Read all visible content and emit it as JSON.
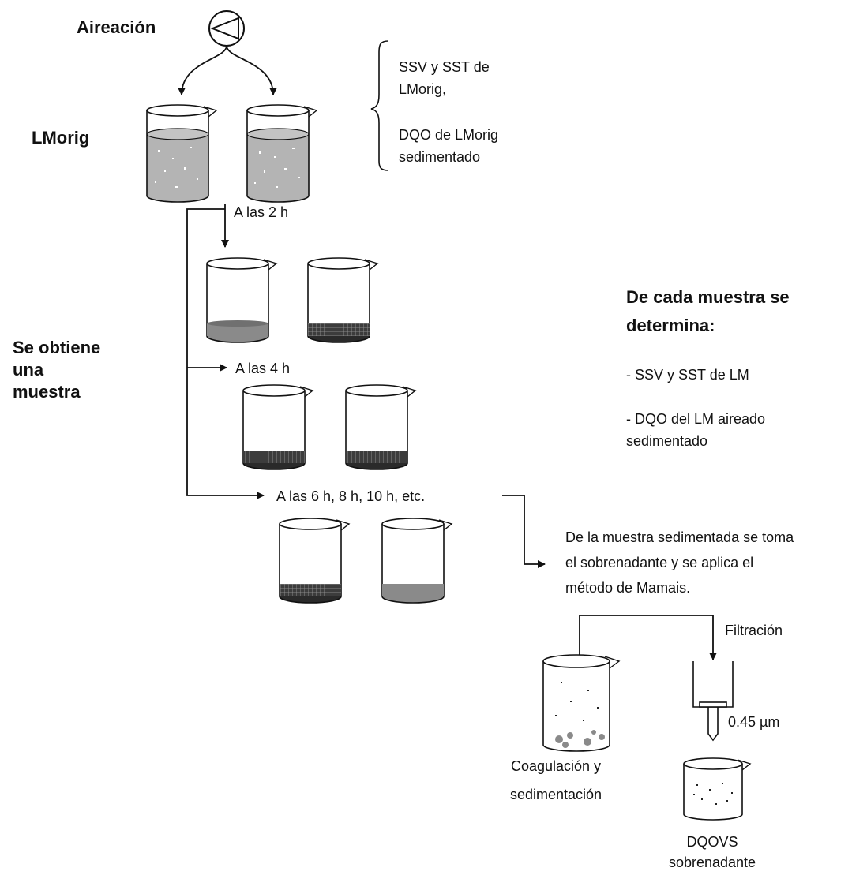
{
  "labels": {
    "aeracion": "Aireación",
    "lmorig": "LMorig",
    "se_obtiene_1": "Se obtiene",
    "se_obtiene_2": "una",
    "se_obtiene_3": "muestra",
    "brace_1": "SSV y SST de",
    "brace_2": "LMorig,",
    "brace_3": "DQO de LMorig",
    "brace_4": "sedimentado",
    "t2": "A las 2 h",
    "t4": "A las 4 h",
    "t6": "A las 6 h, 8 h, 10 h, etc.",
    "cada_1": "De cada muestra se",
    "cada_2": "determina:",
    "cada_3": "- SSV y SST de LM",
    "cada_4": "- DQO del  LM aireado",
    "cada_5": "sedimentado",
    "sob_1": "De la muestra sedimentada se toma",
    "sob_2": "el sobrenadante y se aplica el",
    "sob_3": "método de Mamais.",
    "filtracion": "Filtración",
    "pore": "0.45 µm",
    "coag_1": "Coagulación y",
    "coag_2": "sedimentación",
    "dqovs_1": "DQOVS",
    "dqovs_2": "sobrenadante"
  },
  "icons": {
    "pump": "pump-icon",
    "beaker": "beaker-icon",
    "filter": "filter-funnel-icon"
  },
  "colors": {
    "line": "#111111",
    "liquid": "#b0b0b0",
    "sediment_dark": "#2a2a2a",
    "sediment_grey": "#8c8c8c",
    "floc": "#8a8a8a"
  }
}
